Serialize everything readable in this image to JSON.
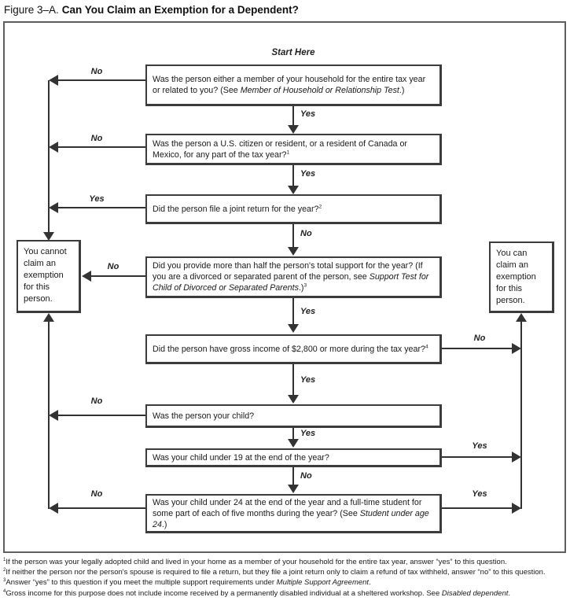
{
  "title": {
    "prefix": "Figure 3–A.",
    "main": "Can You Claim an Exemption for a Dependent?"
  },
  "flow": {
    "start_label": "Start Here",
    "q1": {
      "segments": [
        {
          "t": "Was the person either a member of your household for the entire tax year or related to you? (See "
        },
        {
          "t": "Member of Household or Relationship Test",
          "i": true
        },
        {
          "t": ".)"
        }
      ],
      "side_label": "No",
      "down_label": "Yes"
    },
    "q2": {
      "segments": [
        {
          "t": "Was the person a U.S. citizen or resident, or a resident of Canada or Mexico, for any part of the tax year?"
        },
        {
          "t": "1",
          "sup": true
        }
      ],
      "side_label": "No",
      "down_label": "Yes"
    },
    "q3": {
      "segments": [
        {
          "t": "Did the person file a joint return for the year?"
        },
        {
          "t": "2",
          "sup": true
        }
      ],
      "side_label": "Yes",
      "down_label": "No"
    },
    "q4": {
      "segments": [
        {
          "t": "Did you provide more than half the person's total support for the year? (If you are a divorced or separated parent of the person, see "
        },
        {
          "t": "Support Test for Child of Divorced or Separated Parents",
          "i": true
        },
        {
          "t": ".)"
        },
        {
          "t": "3",
          "sup": true
        }
      ],
      "side_label": "No",
      "down_label": "Yes"
    },
    "q5": {
      "segments": [
        {
          "t": "Did the person have gross income of $2,800 or more during the tax year?"
        },
        {
          "t": "4",
          "sup": true
        }
      ],
      "side_label": "No",
      "down_label": "Yes"
    },
    "q6": {
      "segments": [
        {
          "t": "Was the person your child?"
        }
      ],
      "side_label": "No",
      "down_label": "Yes"
    },
    "q7": {
      "segments": [
        {
          "t": "Was your child under 19 at the end of the year?"
        }
      ],
      "side_label": "Yes",
      "down_label": "No"
    },
    "q8": {
      "segments": [
        {
          "t": "Was your child under 24 at the end of the year and a full-time student for some part of each of five months during the year? (See "
        },
        {
          "t": "Student under age 24",
          "i": true
        },
        {
          "t": ".)"
        }
      ],
      "side_label_left": "No",
      "side_label_right": "Yes"
    },
    "outcome_no": "You cannot claim an exemption for this person.",
    "outcome_yes": "You can claim an exemption for this person."
  },
  "footnotes": [
    [
      {
        "t": "1",
        "sup": true
      },
      {
        "t": "If the person was your legally adopted child and lived in your home as a member of your household for the entire tax year, answer “yes” to this question."
      }
    ],
    [
      {
        "t": "2",
        "sup": true
      },
      {
        "t": "If neither the person nor the person's spouse is required to file a return, but they file a joint return only to claim a refund of tax withheld, answer “no” to this question."
      }
    ],
    [
      {
        "t": "3",
        "sup": true
      },
      {
        "t": "Answer “yes” to this question if you meet the multiple support requirements under "
      },
      {
        "t": "Multiple Support Agreement",
        "i": true
      },
      {
        "t": "."
      }
    ],
    [
      {
        "t": "4",
        "sup": true
      },
      {
        "t": "Gross income for this purpose does not include income received by a permanently disabled individual at a sheltered workshop. See "
      },
      {
        "t": "Disabled dependent",
        "i": true
      },
      {
        "t": "."
      }
    ]
  ]
}
